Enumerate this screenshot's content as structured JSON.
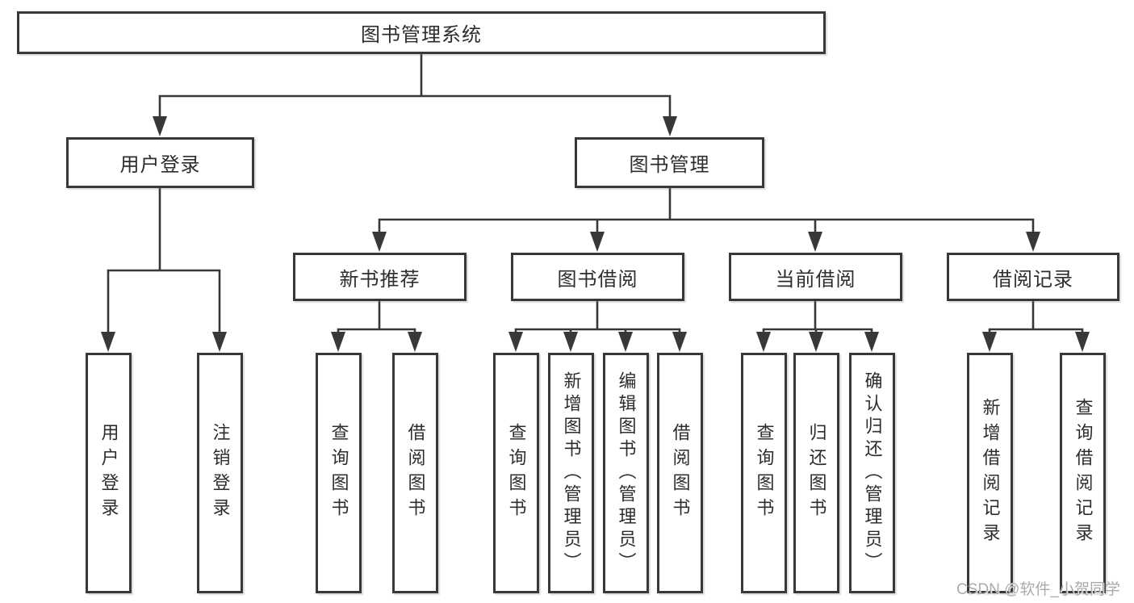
{
  "tree": {
    "root": {
      "label": "图书管理系统"
    },
    "branches": [
      {
        "label": "用户登录",
        "children": [
          {
            "label": "用户登录"
          },
          {
            "label": "注销登录"
          }
        ]
      },
      {
        "label": "图书管理",
        "children": [
          {
            "label": "新书推荐",
            "children": [
              {
                "label": "查询图书"
              },
              {
                "label": "借阅图书"
              }
            ]
          },
          {
            "label": "图书借阅",
            "children": [
              {
                "label": "查询图书"
              },
              {
                "label": "新增图书（管理员）"
              },
              {
                "label": "编辑图书（管理员）"
              },
              {
                "label": "借阅图书"
              }
            ]
          },
          {
            "label": "当前借阅",
            "children": [
              {
                "label": "查询图书"
              },
              {
                "label": "归还图书"
              },
              {
                "label": "确认归还（管理员）"
              }
            ]
          },
          {
            "label": "借阅记录",
            "children": [
              {
                "label": "新增借阅记录"
              },
              {
                "label": "查询借阅记录"
              }
            ]
          }
        ]
      }
    ]
  },
  "watermark": {
    "text": "CSDN @软件_小贺同学"
  },
  "colors": {
    "line": "#383838",
    "box_border": "#383838",
    "text": "#2d2d2d",
    "watermark": "#ababab",
    "background": "#ffffff"
  }
}
